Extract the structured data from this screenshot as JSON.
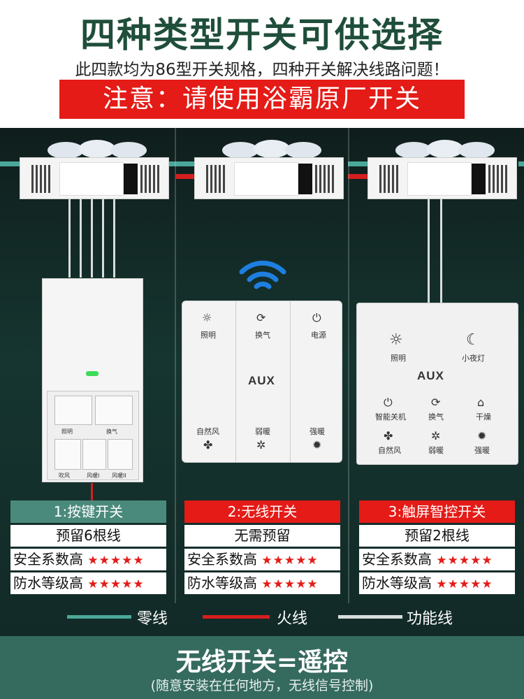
{
  "header": {
    "title": "四种类型开关可供选择",
    "subtitle": "此四款均为86型开关规格，四种开关解决线路问题！",
    "notice": "注意：请使用浴霸原厂开关"
  },
  "colors": {
    "accent_red": "#e41b17",
    "zero_line": "#4aa898",
    "live_line": "#d61e1e",
    "function_line": "#d8dcdc",
    "dark_green": "#1f4e3a"
  },
  "switches": [
    {
      "label": "1:按键开关",
      "wiring": "预留6根线",
      "safety": "安全系数高",
      "waterproof": "防水等级高",
      "safety_stars": "★★★★★",
      "water_stars": "★★★★★",
      "buttons": [
        "照明",
        "换气",
        "吹风",
        "风暖I",
        "风暖II"
      ]
    },
    {
      "label": "2:无线开关",
      "wiring": "无需预留",
      "safety": "安全系数高",
      "waterproof": "防水等级高",
      "safety_stars": "★★★★★",
      "water_stars": "★★★★★",
      "brand": "AUX",
      "buttons": [
        "照明",
        "换气",
        "电源",
        "自然风",
        "弱暖",
        "强暖"
      ],
      "icons": [
        "light-icon",
        "exchange-icon",
        "power-icon",
        "fan-icon",
        "sun-icon",
        "sun-strong-icon"
      ]
    },
    {
      "label": "3:触屏智控开关",
      "wiring": "预留2根线",
      "safety": "安全系数高",
      "waterproof": "防水等级高",
      "safety_stars": "★★★★★",
      "water_stars": "★★★★★",
      "brand": "AUX",
      "buttons": [
        "照明",
        "小夜灯",
        "智能关机",
        "换气",
        "干燥",
        "自然风",
        "弱暖",
        "强暖"
      ]
    }
  ],
  "legend": {
    "zero": "零线",
    "live": "火线",
    "function": "功能线"
  },
  "footer": {
    "title": "无线开关=遥控",
    "sub": "(随意安装在任何地方，无线信号控制)"
  }
}
